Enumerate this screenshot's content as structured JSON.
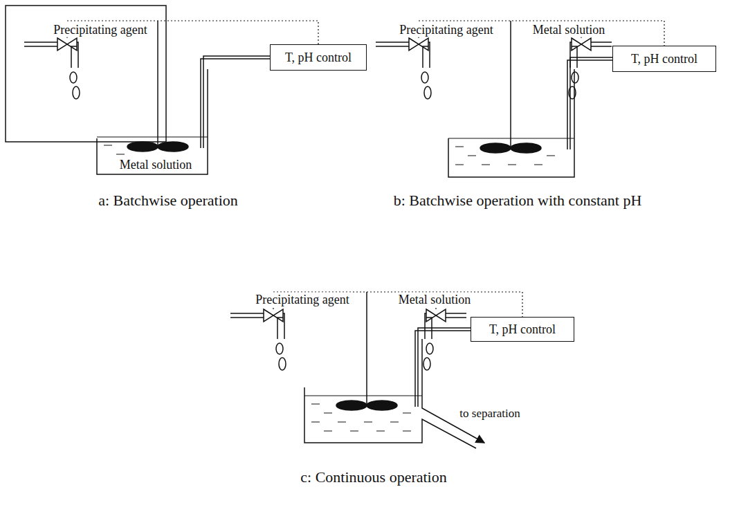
{
  "diagram": {
    "nodes": [
      {
        "text": [
          "T, pH control"
        ]
      },
      {
        "text": [
          "T, pH control"
        ]
      },
      {
        "text": [
          "T, pH control"
        ]
      }
    ],
    "labels": [
      "Precipitating agent",
      "Metal solution",
      "a: Batchwise operation",
      "Precipitating agent",
      "Metal solution",
      "b: Batchwise operation with constant pH",
      "Precipitating agent",
      "Metal solution",
      "to separation",
      "c: Continuous operation"
    ]
  }
}
